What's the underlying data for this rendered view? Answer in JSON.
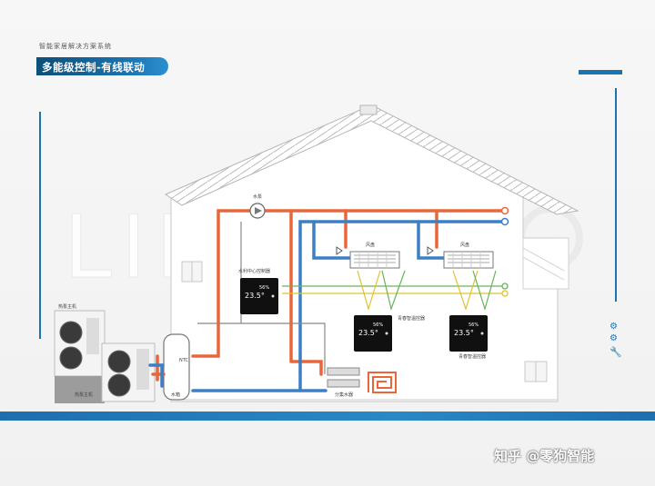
{
  "header": {
    "subtitle": "智能家居解决方案系统",
    "title": "多能级控制-有线联动"
  },
  "labels": {
    "pump": "水泵",
    "fan_coil_1": "风盘",
    "fan_coil_2": "风盘",
    "water_controller": "水利中心控制器",
    "room_controller_1": "青春智温控器",
    "room_controller_2": "青春智温控器",
    "heat_pump_upper": "热泵主机",
    "heat_pump_lower": "热泵主机",
    "tank": "水箱",
    "ntc": "NTC",
    "manifold": "分集水器"
  },
  "displays": {
    "main": {
      "temp": "23.5°",
      "humidity": "56%"
    },
    "room1": {
      "temp": "23.5°",
      "humidity": "56%"
    },
    "room2": {
      "temp": "23.5°",
      "humidity": "56%"
    }
  },
  "watermark": "知乎 @零狗智能",
  "colors": {
    "hot": "#e8663a",
    "cold": "#3d7fc4",
    "signal_green": "#6bb35a",
    "signal_yellow": "#e0c22e",
    "brand": "#1a74b0"
  }
}
